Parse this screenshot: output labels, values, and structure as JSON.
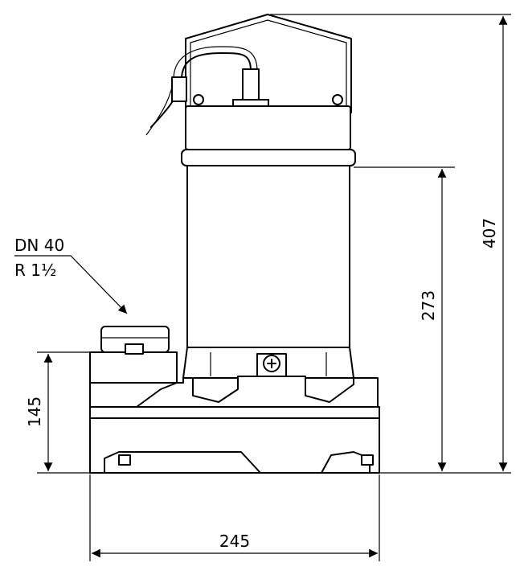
{
  "drawing": {
    "outlet_label_line1": "DN 40",
    "outlet_label_line2": "R 1½",
    "dim_total_height": "407",
    "dim_body_height": "273",
    "dim_base_height": "145",
    "dim_base_width": "245"
  }
}
